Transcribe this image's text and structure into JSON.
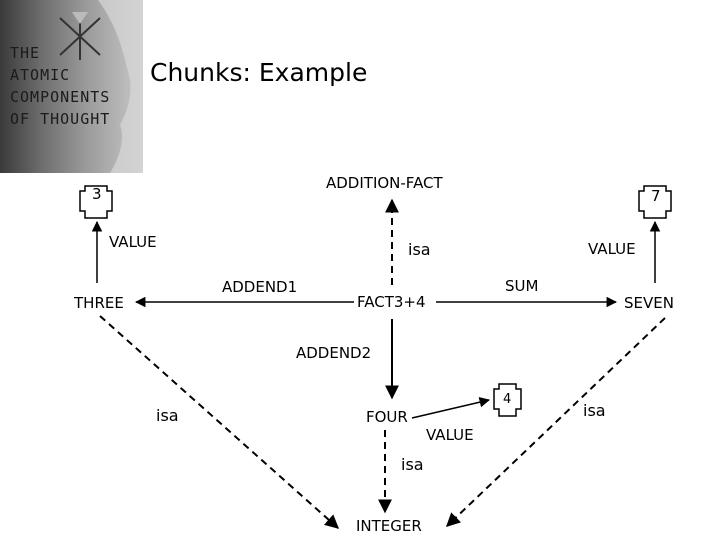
{
  "logo": {
    "lines": [
      "THE",
      "ATOMIC",
      "COMPONENTS",
      "OF THOUGHT"
    ]
  },
  "title": "Chunks: Example",
  "nodes": {
    "addition_fact": "ADDITION-FACT",
    "fact": "FACT3+4",
    "three": "THREE",
    "seven": "SEVEN",
    "four": "FOUR",
    "integer": "INTEGER"
  },
  "values": {
    "three": "3",
    "seven": "7",
    "four": "4"
  },
  "links": {
    "value_three": "VALUE",
    "isa_fact": "isa",
    "value_seven": "VALUE",
    "addend1": "ADDEND1",
    "sum": "SUM",
    "addend2": "ADDEND2",
    "isa_three": "isa",
    "isa_seven": "isa",
    "value_four": "VALUE",
    "isa_four": "isa"
  }
}
